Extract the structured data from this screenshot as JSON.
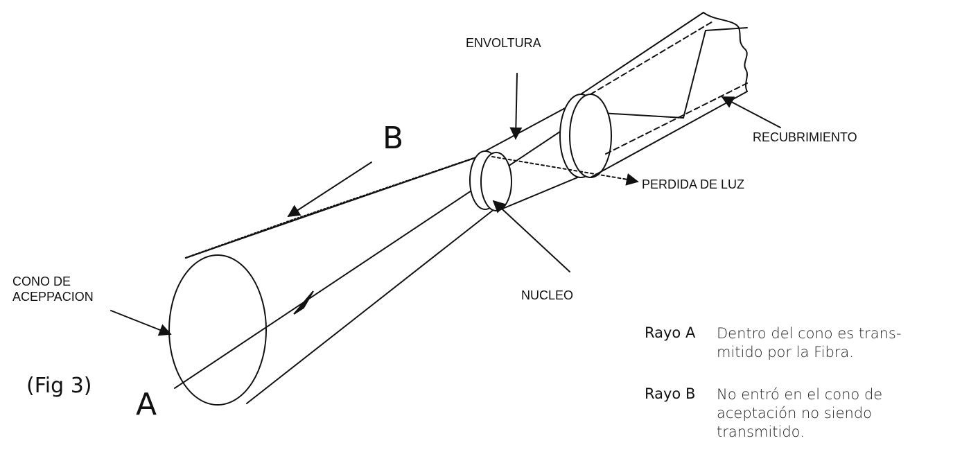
{
  "labels": {
    "envoltura": "ENVOLTURA",
    "recubrimiento": "RECUBRIMIENTO",
    "perdida_de_luz": "PERDIDA DE LUZ",
    "nucleo": "NUCLEO",
    "cono_de_aceptacion_line1": "CONO DE",
    "cono_de_aceptacion_line2": "ACEPPACION",
    "ray_a": "A",
    "ray_b": "B",
    "figure_caption": "(Fig 3)"
  },
  "legend": [
    {
      "key": "Rayo A",
      "text_line1": "Dentro del cono es trans-",
      "text_line2": "mitido por la Fibra.",
      "text_line3": ""
    },
    {
      "key": "Rayo B",
      "text_line1": "No entró en el cono de",
      "text_line2": "aceptación no siendo",
      "text_line3": "transmitido."
    }
  ],
  "colors": {
    "ink": "#111111",
    "paper": "#ffffff"
  }
}
